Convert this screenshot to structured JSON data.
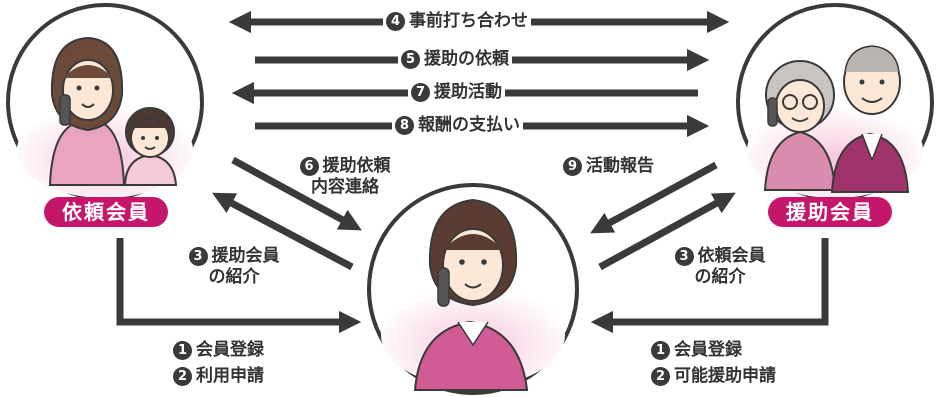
{
  "badges": {
    "requester": "依頼会員",
    "helper": "援助会員"
  },
  "flows": {
    "f4": {
      "num": "4",
      "text": "事前打ち合わせ"
    },
    "f5": {
      "num": "5",
      "text": "援助の依頼"
    },
    "f7": {
      "num": "7",
      "text": "援助活動"
    },
    "f8": {
      "num": "8",
      "text": "報酬の支払い"
    },
    "f6": {
      "num": "6",
      "line1": "援助依頼",
      "line2": "内容連絡"
    },
    "f9": {
      "num": "9",
      "text": "活動報告"
    },
    "f3l": {
      "num": "3",
      "line1": "援助会員",
      "line2": "の紹介"
    },
    "f3r": {
      "num": "3",
      "line1": "依頼会員",
      "line2": "の紹介"
    },
    "f1l": {
      "num": "1",
      "text": "会員登録"
    },
    "f2l": {
      "num": "2",
      "text": "利用申請"
    },
    "f1r": {
      "num": "1",
      "text": "会員登録"
    },
    "f2r": {
      "num": "2",
      "text": "可能援助申請"
    }
  },
  "colors": {
    "accent": "#c4166b",
    "arrow": "#3a3a3a",
    "circle_bg": "#fbe3ee"
  },
  "icons": {
    "requester": "mother-on-phone-with-child",
    "helper": "elderly-couple-on-phone",
    "center": "coordinator-on-phone"
  }
}
